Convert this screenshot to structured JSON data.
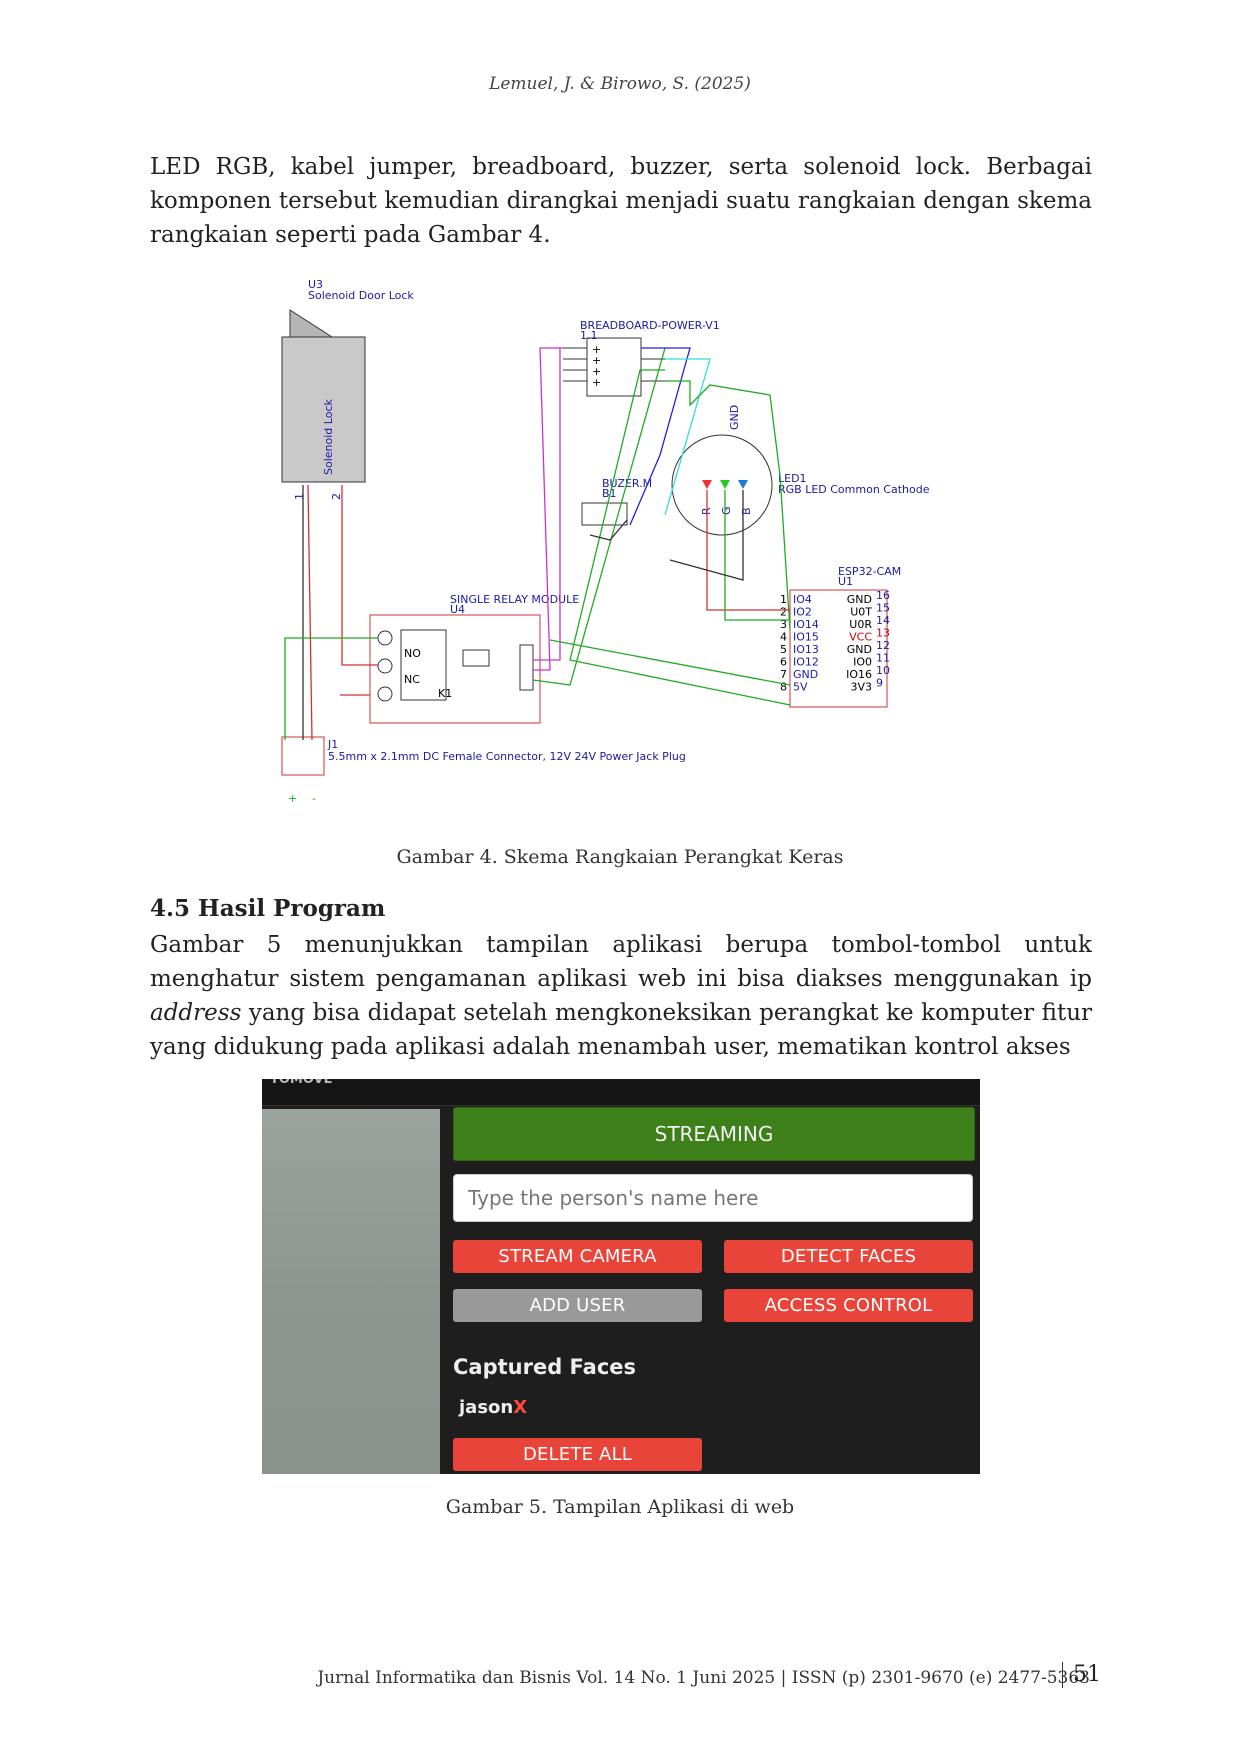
{
  "header": {
    "running_title": "Lemuel, J. & Birowo, S. (2025)"
  },
  "paragraph1": "LED RGB, kabel jumper, breadboard, buzzer, serta solenoid lock. Berbagai komponen tersebut kemudian dirangkai menjadi suatu rangkaian dengan skema rangkaian seperti pada Gambar 4.",
  "figure4": {
    "caption": "Gambar 4. Skema Rangkaian Perangkat Keras",
    "labels": {
      "u3": "U3",
      "u3_name": "Solenoid Door Lock",
      "solenoid_text": "Solenoid Lock",
      "bb": "BREADBOARD-POWER-V1",
      "bb_ref": "1.1",
      "buzzer": "BUZER.M",
      "buzzer_ref": "B1",
      "led_ref": "LED1",
      "led_name": "RGB LED Common Cathode",
      "gnd": "GND",
      "r": "R",
      "g": "G",
      "b": "B",
      "esp": "ESP32-CAM",
      "esp_ref": "U1",
      "relay": "SINGLE RELAY MODULE",
      "relay_ref": "U4",
      "relay_k": "K1",
      "no": "NO",
      "nc": "NC",
      "j1": "J1",
      "j1_name": "5.5mm x 2.1mm DC Female Connector, 12V 24V Power Jack Plug",
      "plus": "+",
      "minus": "-",
      "pin1": "1",
      "pin2": "2"
    },
    "esp_left_pins": [
      "IO4",
      "IO2",
      "IO14",
      "IO15",
      "IO13",
      "IO12",
      "GND",
      "5V"
    ],
    "esp_right_pins": [
      "GND",
      "U0T",
      "U0R",
      "VCC",
      "GND",
      "IO0",
      "IO16",
      "3V3"
    ],
    "esp_left_nums": [
      "1",
      "2",
      "3",
      "4",
      "5",
      "6",
      "7",
      "8"
    ],
    "esp_right_nums": [
      "16",
      "15",
      "14",
      "13",
      "12",
      "11",
      "10",
      "9"
    ]
  },
  "section": {
    "title": "4.5 Hasil Program"
  },
  "paragraph2": {
    "before": "Gambar 5 menunjukkan tampilan aplikasi berupa tombol-tombol untuk menghatur sistem pengamanan aplikasi web ini bisa diakses menggunakan ip ",
    "italic": "address",
    "after": " yang bisa didapat setelah mengkoneksikan perangkat ke komputer fitur yang didukung pada aplikasi adalah menambah user, mematikan kontrol akses"
  },
  "figure5": {
    "caption": "Gambar 5. Tampilan Aplikasi di web",
    "app": {
      "topbar_text": "TOMOVE",
      "streaming_label": "STREAMING",
      "name_placeholder": "Type the person's name here",
      "stream_camera": "STREAM CAMERA",
      "detect_faces": "DETECT FACES",
      "add_user": "ADD USER",
      "access_control": "ACCESS CONTROL",
      "captured_title": "Captured Faces",
      "face_name": "jason",
      "face_delete": "X",
      "delete_all": "DELETE ALL"
    }
  },
  "footer": {
    "journal": "Jurnal Informatika dan Bisnis Vol. 14 No. 1 Juni 2025 | ISSN (p) 2301-9670 (e) 2477-5363",
    "page": "51"
  }
}
